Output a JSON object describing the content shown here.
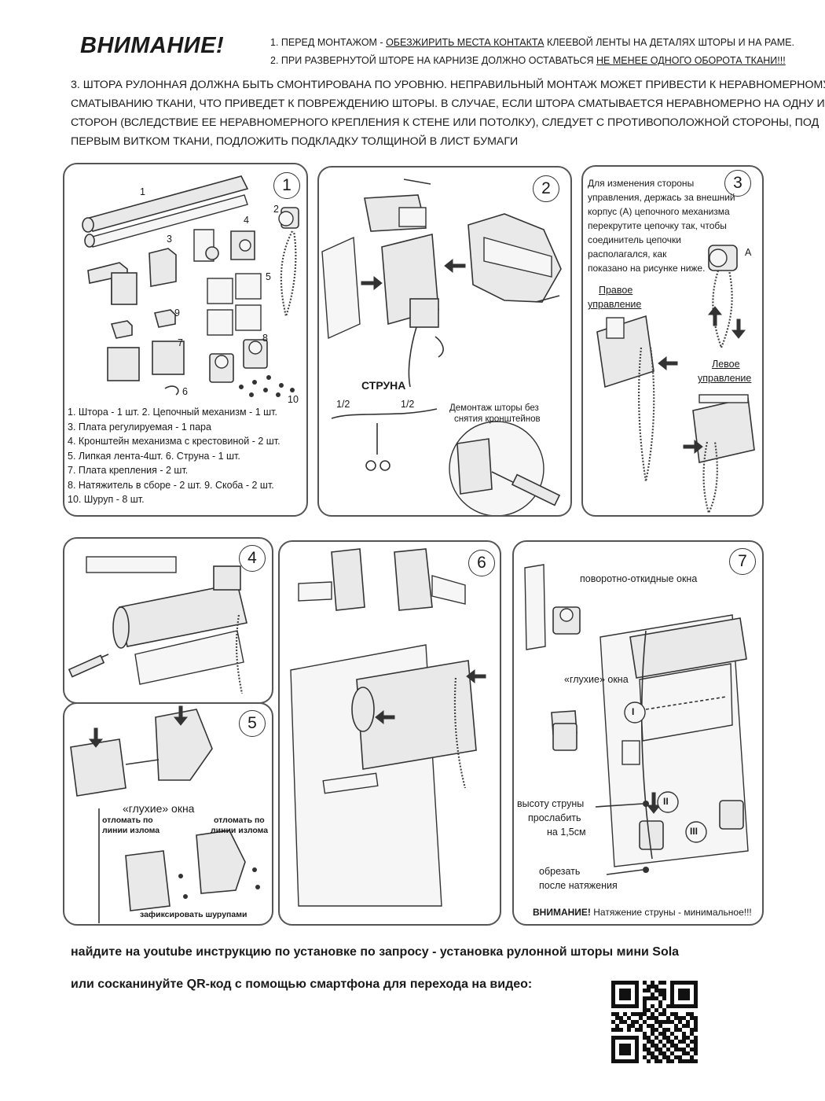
{
  "header": {
    "title": "ВНИМАНИЕ!",
    "note1_prefix": "1. ПЕРЕД МОНТАЖОМ - ",
    "note1_underlined": "ОБЕЗЖИРИТЬ МЕСТА КОНТАКТА",
    "note1_suffix": " КЛЕЕВОЙ ЛЕНТЫ НА ДЕТАЛЯХ ШТОРЫ И НА РАМЕ.",
    "note2_prefix": "2. ПРИ РАЗВЕРНУТОЙ ШТОРЕ НА КАРНИЗЕ ДОЛЖНО ОСТАВАТЬСЯ ",
    "note2_underlined": "НЕ МЕНЕЕ ОДНОГО ОБОРОТА ТКАНИ!!!",
    "note3_lines": [
      "3. ШТОРА РУЛОННАЯ ДОЛЖНА БЫТЬ СМОНТИРОВАНА ПО УРОВНЮ. НЕПРАВИЛЬНЫЙ МОНТАЖ МОЖЕТ ПРИВЕСТИ К НЕРАВНОМЕРНОМУ",
      "СМАТЫВАНИЮ ТКАНИ, ЧТО ПРИВЕДЕТ К ПОВРЕЖДЕНИЮ ШТОРЫ. В СЛУЧАЕ, ЕСЛИ ШТОРА СМАТЫВАЕТСЯ НЕРАВНОМЕРНО НА ОДНУ ИЗ",
      "СТОРОН (ВСЛЕДСТВИЕ ЕЕ НЕРАВНОМЕРНОГО КРЕПЛЕНИЯ К СТЕНЕ ИЛИ ПОТОЛКУ), СЛЕДУЕТ С ПРОТИВОПОЛОЖНОЙ СТОРОНЫ, ПОД",
      "ПЕРВЫМ ВИТКОМ ТКАНИ, ПОДЛОЖИТЬ ПОДКЛАДКУ ТОЛЩИНОЙ В ЛИСТ БУМАГИ"
    ]
  },
  "panel1": {
    "step": "1",
    "callouts": [
      "1",
      "2",
      "3",
      "4",
      "5",
      "6",
      "7",
      "8",
      "9",
      "10"
    ],
    "parts": [
      "1. Штора - 1 шт. 2. Цепочный механизм - 1 шт.",
      "3. Плата регулируемая - 1 пара",
      "4. Кронштейн механизма с крестовиной - 2 шт.",
      "5. Липкая лента-4шт. 6. Струна - 1 шт.",
      "7. Плата крепления - 2 шт.",
      "8. Натяжитель в сборе - 2 шт. 9. Скоба - 2 шт.",
      "10. Шуруп - 8 шт."
    ]
  },
  "panel2": {
    "step": "2",
    "string_label": "СТРУНА",
    "half_left": "1/2",
    "half_right": "1/2",
    "dismount_note": [
      "Демонтаж шторы без",
      "снятия кронштейнов"
    ]
  },
  "panel3": {
    "step": "3",
    "instruction": [
      "Для изменения стороны",
      "управления, держась за внешний",
      "корпус (А) цепочного механизма",
      "перекрутите цепочку так, чтобы",
      "соединитель цепочки",
      "располагался, как",
      "показано на рисунке ниже."
    ],
    "marker_a": "А",
    "right_control": [
      "Правое",
      "управление"
    ],
    "left_control": [
      "Левое",
      "управление"
    ]
  },
  "panel4": {
    "step": "4"
  },
  "panel5": {
    "step": "5",
    "blind_windows": "«глухие» окна",
    "break_left": [
      "отломать по",
      "линии излома"
    ],
    "break_right": [
      "отломать по",
      "линии излома"
    ],
    "fix_screws": "зафиксировать шурупами"
  },
  "panel6": {
    "step": "6"
  },
  "panel7": {
    "step": "7",
    "tilt_windows": "поворотно-откидные окна",
    "blind_windows": "«глухие» окна",
    "slack": [
      "высоту струны",
      "прослабить",
      "на 1,5см"
    ],
    "cut": [
      "обрезать",
      "после натяжения"
    ],
    "roman": [
      "I",
      "II",
      "III"
    ],
    "warning_bold": "ВНИМАНИЕ!",
    "warning_text": " Натяжение струны - минимальное!!!"
  },
  "footer": {
    "line1_prefix": "найдите на youtube инструкцию по установке по запросу - установка рулонной шторы мини ",
    "line1_brand": "Sola",
    "line2": "или сосканинуйте QR-код с помощью смартфона для перехода на видео:"
  },
  "qr": {
    "grid": [
      "1111111010101101111111",
      "1000001001110001000001",
      "1011101011011101011101",
      "1011101000101101011101",
      "1011101011110101011101",
      "1000001010001001000001",
      "1111111010101011111111",
      "0000000011010100000000",
      "1101011110101101100110",
      "0110100101110010111011",
      "1011011010011111010101",
      "0100110101101000101101",
      "1110101100110110110011",
      "0000000010101101001010",
      "1111111011010110101101",
      "1000001001101011011011",
      "1011101010110101100101",
      "1011101011011010111011",
      "1011101001101101001101",
      "1000001010110110110010",
      "1111111001011011011111"
    ]
  }
}
